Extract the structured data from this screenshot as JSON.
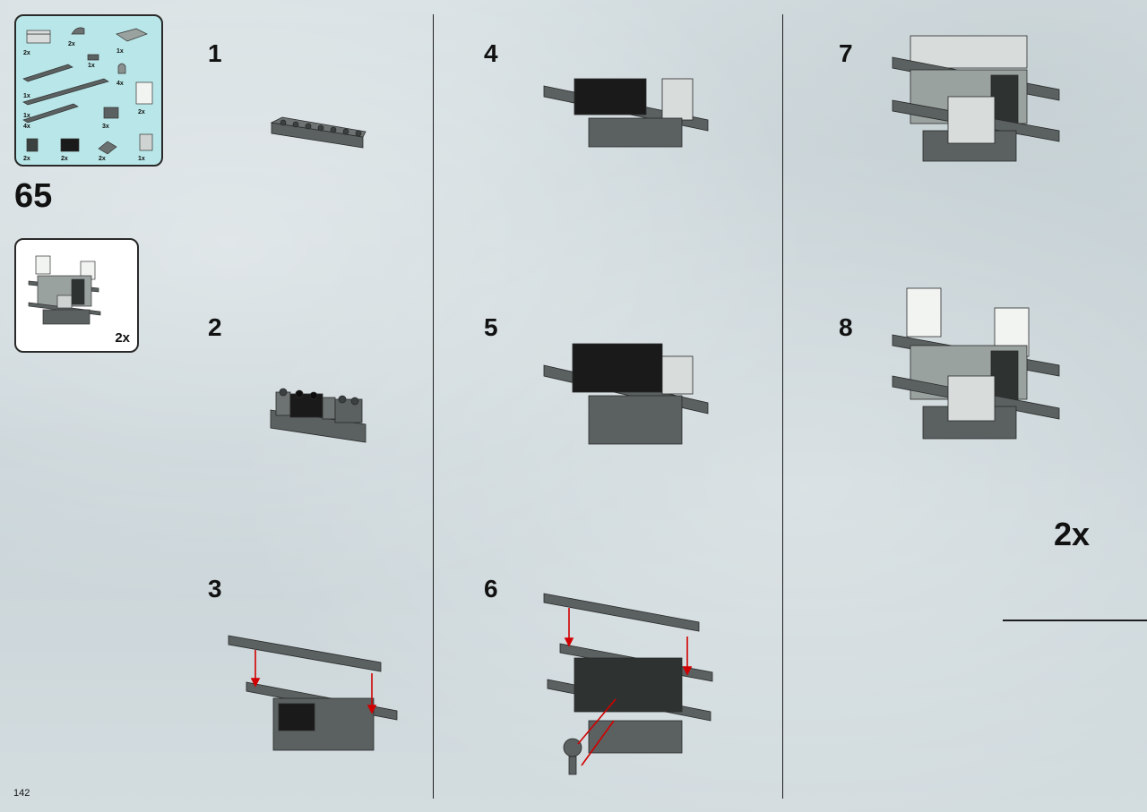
{
  "page": {
    "number": "142"
  },
  "submodel": {
    "number": "65",
    "callout_multiplier": "2x"
  },
  "parts_list": [
    {
      "qty": "2x"
    },
    {
      "qty": "2x"
    },
    {
      "qty": "1x"
    },
    {
      "qty": "1x"
    },
    {
      "qty": "1x"
    },
    {
      "qty": "4x"
    },
    {
      "qty": "1x"
    },
    {
      "qty": "2x"
    },
    {
      "qty": "4x"
    },
    {
      "qty": "3x"
    },
    {
      "qty": "2x"
    },
    {
      "qty": "2x"
    },
    {
      "qty": "2x"
    },
    {
      "qty": "1x"
    }
  ],
  "steps": [
    {
      "number": "1"
    },
    {
      "number": "2"
    },
    {
      "number": "3"
    },
    {
      "number": "4"
    },
    {
      "number": "5"
    },
    {
      "number": "6"
    },
    {
      "number": "7"
    },
    {
      "number": "8"
    }
  ],
  "final_multiplier": "2x",
  "colors": {
    "dark_grey": "#5a6160",
    "black": "#1a1a1a",
    "light_grey": "#b8bfbd",
    "white": "#f2f4f2",
    "arrow_red": "#d10000",
    "parts_bg": "#b9e6e8"
  }
}
